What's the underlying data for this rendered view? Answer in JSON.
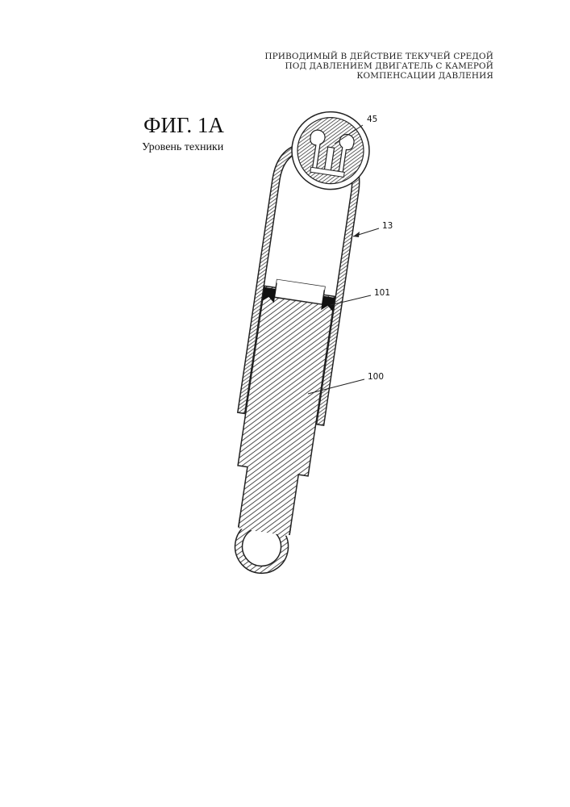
{
  "header": {
    "line1": "ПРИВОДИМЫЙ В ДЕЙСТВИЕ ТЕКУЧЕЙ СРЕДОЙ",
    "line2": "ПОД ДАВЛЕНИЕМ ДВИГАТЕЛЬ С КАМЕРОЙ",
    "line3": "КОМПЕНСАЦИИ ДАВЛЕНИЯ"
  },
  "figure": {
    "title": "ФИГ. 1А",
    "subtitle": "Уровень техники"
  },
  "reference_labels": {
    "chamber": "45",
    "cylinder": "13",
    "seal": "101",
    "piston": "100"
  }
}
